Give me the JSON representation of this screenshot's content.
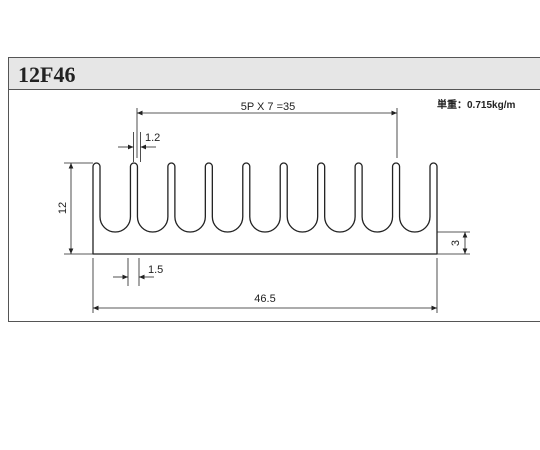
{
  "title": "12F46",
  "unit_weight": "単重：0.715kg/m",
  "dimensions": {
    "fin_pitch": "5P X 7 =35",
    "fin_thickness": "1.2",
    "height": "12",
    "base_thickness": "3",
    "gap_width": "1.5",
    "total_width": "46.5"
  },
  "colors": {
    "line": "#222222",
    "title_bar": "#e6e6e6"
  }
}
